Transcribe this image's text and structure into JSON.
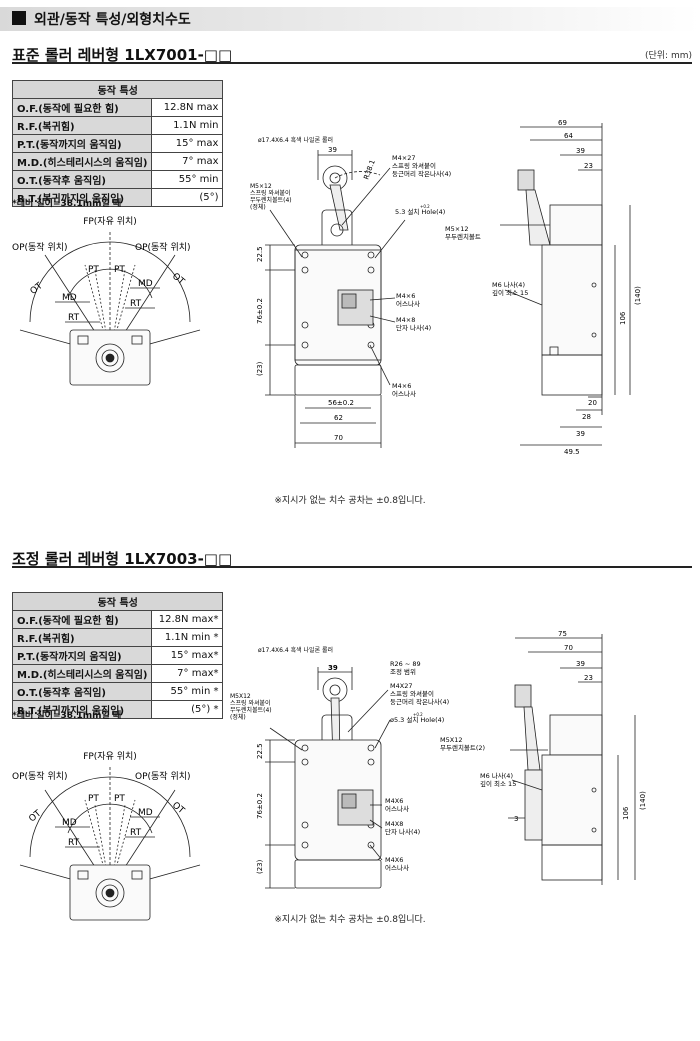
{
  "header": {
    "title": "외관/동작 특성/외형치수도"
  },
  "unit_label": "(단위: mm)",
  "tolerance_note": "※지시가 없는 치수 공차는 ±0.8입니다.",
  "sections": [
    {
      "title": "표준 롤러 레버형 1LX7001-□□",
      "table": {
        "header": "동작 특성",
        "rows": [
          {
            "key": "O.F.(동작에 필요한 힘)",
            "value": "12.8N max"
          },
          {
            "key": "R.F.(복귀힘)",
            "value": "1.1N min"
          },
          {
            "key": "P.T.(동작까지의 움직임)",
            "value": "15°  max"
          },
          {
            "key": "M.D.(히스테리시스의 움직임)",
            "value": "7°  max"
          },
          {
            "key": "O.T.(동작후 움직임)",
            "value": "55°  min"
          },
          {
            "key": "R.T.(복귀까지의 움직임)",
            "value": "(5°)"
          }
        ]
      },
      "lever_note": "*레버 길이=38.1mm일 때",
      "op_diagram": {
        "fp": "FP(자유 위치)",
        "op_left": "OP(동작 위치)",
        "op_right": "OP(동작 위치)",
        "pt": "PT",
        "md": "MD",
        "rt": "RT",
        "ot": "OT"
      },
      "front": {
        "roller_note": "ø17.4X6.4 흑색 나일론 롤러",
        "dims": {
          "w39": "39",
          "r": "R38.1",
          "v22": "22.5",
          "v76": "76±0.2",
          "v23": "(23)",
          "w56": "56±0.2",
          "w62": "62",
          "w70": "70"
        },
        "callouts": [
          "M4×27\n스프링 와셔붙이\n둥근머리 작은나사(4)",
          "M5×12\n스프링 와셔붙이\n무두렌치볼트(4)\n(정체)",
          "5.3  설치 Hole(4)",
          "M4×6\n어스나사",
          "M4×8\n단자 나사(4)",
          "M4×6\n어스나사"
        ],
        "hole_depth": "+0.2"
      },
      "side": {
        "dims": {
          "w69": "69",
          "w64": "64",
          "w39": "39",
          "w23": "23",
          "h140": "(140)",
          "h106": "106",
          "w20": "20",
          "w28": "28",
          "w39b": "39",
          "w49": "49.5"
        },
        "callouts": [
          "M5×12\n무두렌치볼트",
          "M6 나사(4)\n깊이 최소 15"
        ]
      }
    },
    {
      "title": "조정 롤러 레버형 1LX7003-□□",
      "table": {
        "header": "동작 특성",
        "rows": [
          {
            "key": "O.F.(동작에 필요한 힘)",
            "value": "12.8N max*"
          },
          {
            "key": "R.F.(복귀힘)",
            "value": "1.1N min *"
          },
          {
            "key": "P.T.(동작까지의 움직임)",
            "value": "15°  max*"
          },
          {
            "key": "M.D.(히스테리시스의 움직임)",
            "value": "7°  max*"
          },
          {
            "key": "O.T.(동작후 움직임)",
            "value": "55°  min *"
          },
          {
            "key": "R.T.(복귀까지의 움직임)",
            "value": "(5°)      *"
          }
        ]
      },
      "lever_note": "*레버 길이=38.1mm일 때",
      "op_diagram": {
        "fp": "FP(자유 위치)",
        "op_left": "OP(동작 위치)",
        "op_right": "OP(동작 위치)",
        "pt": "PT",
        "md": "MD",
        "rt": "RT",
        "ot": "OT"
      },
      "front": {
        "roller_note": "ø17.4X6.4 흑색 나일론 롤러",
        "dims": {
          "w39": "39",
          "r": "R26 ~ 89\n조정 범위",
          "v22": "22.5",
          "v76": "76±0.2",
          "v23": "(23)"
        },
        "callouts": [
          "M4X27\n스프링 와셔붙이\n둥근머리 작은나사(4)",
          "M5X12\n스프링 와셔붙이\n무두렌치볼트(4)\n(정체)",
          "ø5.3  설치 Hole(4)",
          "M4X6\n어스나사",
          "M4X8\n단자 나사(4)",
          "M4X6\n어스나사"
        ],
        "hole_depth": "+0.2"
      },
      "side": {
        "dims": {
          "w75": "75",
          "w70": "70",
          "w39": "39",
          "w23": "23",
          "h140": "(140)",
          "h106": "106",
          "w3": "3"
        },
        "callouts": [
          "M5X12\n무두렌치볼트(2)",
          "M6 나사(4)\n깊이 최소 15"
        ]
      }
    }
  ]
}
